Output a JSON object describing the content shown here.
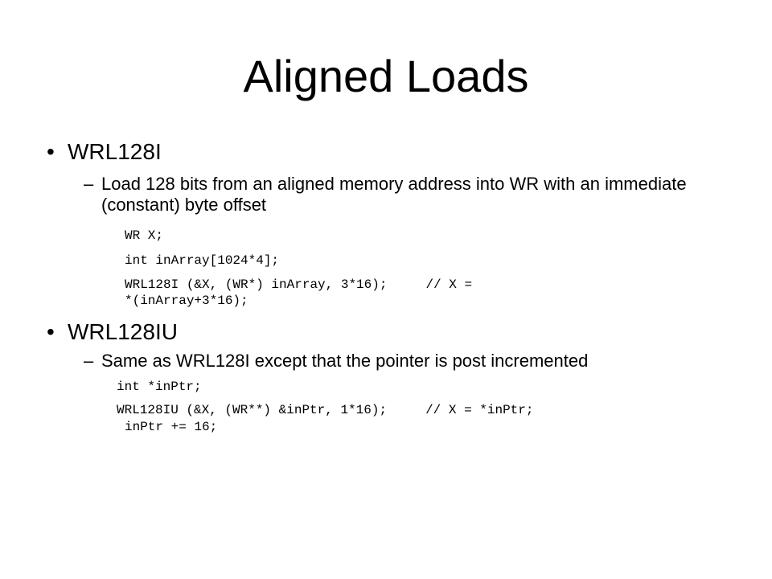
{
  "slide": {
    "title": "Aligned Loads",
    "sections": [
      {
        "heading": "WRL128I",
        "description": "Load 128 bits from an aligned memory address into WR with an immediate (constant) byte offset",
        "code": [
          "WR X;",
          "int inArray[1024*4];",
          "WRL128I (&X, (WR*) inArray, 3*16);     // X =",
          "*(inArray+3*16);"
        ]
      },
      {
        "heading": "WRL128IU",
        "description": "Same as WRL128I except that the pointer is post incremented",
        "code": [
          "int *inPtr;",
          "WRL128IU (&X, (WR**) &inPtr, 1*16);     // X = *inPtr;",
          "inPtr += 16;"
        ]
      }
    ],
    "bullet_glyph": "•",
    "dash_glyph": "–"
  }
}
